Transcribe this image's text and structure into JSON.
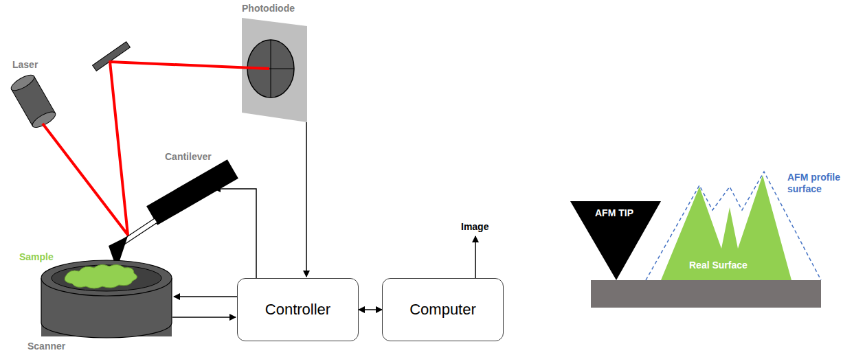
{
  "diagram": {
    "nodes": [
      {
        "text": [
          "Controller"
        ]
      },
      {
        "text": [
          "Computer"
        ]
      }
    ],
    "edges": [
      {
        "from": 0,
        "to": 1,
        "arrow": "both"
      }
    ],
    "labels": [
      "Photodiode",
      "Laser",
      "Cantilever",
      "Sample",
      "Scanner",
      "Image",
      "AFM TIP",
      "Real Surface",
      "AFM profile surface"
    ]
  }
}
